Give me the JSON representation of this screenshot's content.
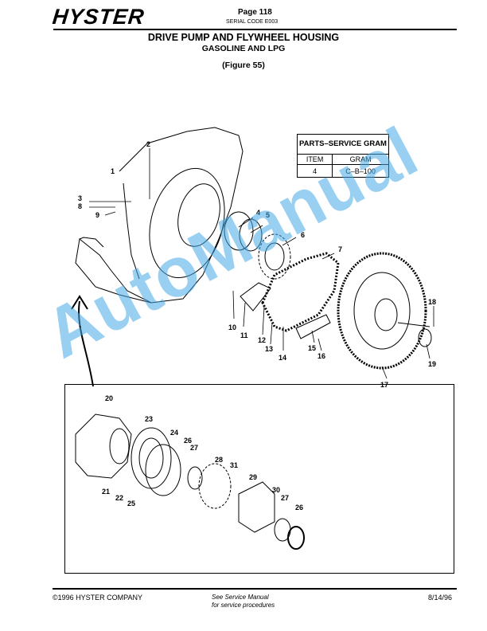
{
  "header": {
    "brand": "HYSTER",
    "page": "Page 118",
    "serial": "SERIAL CODE E003"
  },
  "title": {
    "line1": "DRIVE PUMP AND FLYWHEEL HOUSING",
    "line2": "GASOLINE AND LPG",
    "figure": "(Figure 55)"
  },
  "parts_table": {
    "heading": "PARTS–SERVICE GRAM",
    "col_item": "ITEM",
    "col_gram": "GRAM",
    "rows": [
      {
        "item": "4",
        "gram": "C–B–100"
      }
    ]
  },
  "callouts": [
    "1",
    "2",
    "3",
    "4",
    "5",
    "6",
    "7",
    "8",
    "9",
    "10",
    "11",
    "12",
    "13",
    "14",
    "15",
    "16",
    "17",
    "18",
    "19",
    "20",
    "21",
    "22",
    "23",
    "24",
    "25",
    "26",
    "27",
    "28",
    "29",
    "30",
    "31",
    "27",
    "26"
  ],
  "watermark": "AutoManual",
  "footer": {
    "copyright": "©1996 HYSTER COMPANY",
    "note_line1": "See Service Manual",
    "note_line2": "for service procedures",
    "date": "8/14/96"
  }
}
